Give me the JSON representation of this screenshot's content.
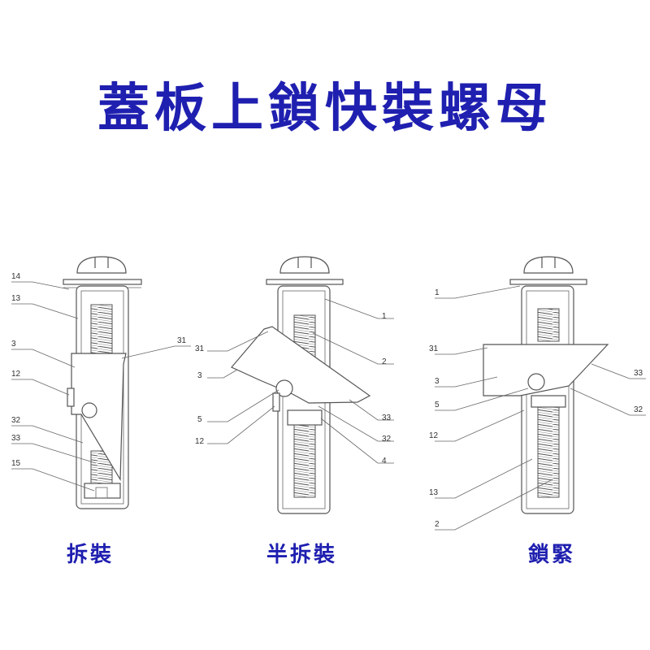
{
  "title": "蓋板上鎖快裝螺母",
  "captions": {
    "left": "拆裝",
    "middle": "半拆裝",
    "right": "鎖緊"
  },
  "left_labels": {
    "l14": "14",
    "l13": "13",
    "l3": "3",
    "l12": "12",
    "l32": "32",
    "l33": "33",
    "l15": "15",
    "l31": "31"
  },
  "middle_labels": {
    "l31": "31",
    "l3": "3",
    "l5": "5",
    "l12": "12",
    "l1": "1",
    "l2": "2",
    "l33": "33",
    "l32": "32",
    "l4": "4"
  },
  "right_labels": {
    "l1": "1",
    "l31": "31",
    "l3": "3",
    "l5": "5",
    "l12": "12",
    "l13": "13",
    "l2": "2",
    "l33": "33",
    "l32": "32"
  },
  "colors": {
    "title": "#1f1fb0",
    "line": "#555555"
  }
}
